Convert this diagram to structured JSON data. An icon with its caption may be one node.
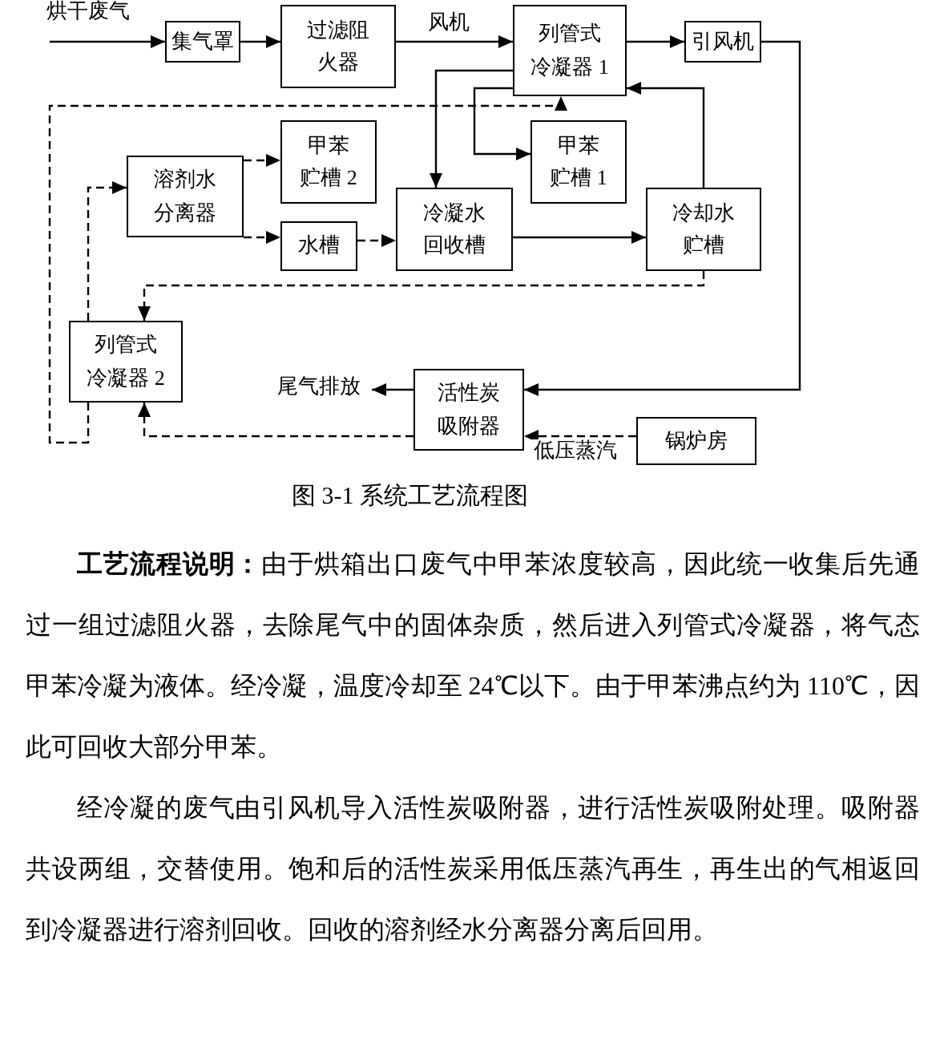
{
  "diagram": {
    "caption": "图 3-1 系统工艺流程图",
    "nodes": [
      {
        "text": [
          "集气罩"
        ]
      },
      {
        "text": [
          "过滤阻火器"
        ]
      },
      {
        "text": [
          "列管式冷凝器 1"
        ]
      },
      {
        "text": [
          "引风机"
        ]
      },
      {
        "text": [
          "甲苯贮槽 1"
        ]
      },
      {
        "text": [
          "溶剂水分离器"
        ]
      },
      {
        "text": [
          "甲苯贮槽 2"
        ]
      },
      {
        "text": [
          "水槽"
        ]
      },
      {
        "text": [
          "冷凝水回收槽"
        ]
      },
      {
        "text": [
          "冷却水贮槽"
        ]
      },
      {
        "text": [
          "列管式冷凝器 2"
        ]
      },
      {
        "text": [
          "活性炭吸附器"
        ]
      },
      {
        "text": [
          "锅炉房"
        ]
      }
    ],
    "edges": [
      {
        "from": null,
        "to": 0,
        "arrow": "to",
        "label": "烘干废气"
      },
      {
        "from": 0,
        "to": 1,
        "arrow": "to"
      },
      {
        "from": 1,
        "to": 2,
        "arrow": "to",
        "label": "风机"
      },
      {
        "from": 2,
        "to": 3,
        "arrow": "to"
      },
      {
        "from": 3,
        "to": 11,
        "arrow": "to"
      },
      {
        "from": 2,
        "to": 8,
        "arrow": "to"
      },
      {
        "from": 2,
        "to": 4,
        "arrow": "to"
      },
      {
        "from": 9,
        "to": 2,
        "arrow": "to"
      },
      {
        "from": 8,
        "to": 9,
        "arrow": "to"
      },
      {
        "from": 5,
        "to": 6,
        "arrow": "to",
        "style": "dashed"
      },
      {
        "from": 5,
        "to": 7,
        "arrow": "to",
        "style": "dashed"
      },
      {
        "from": 7,
        "to": 8,
        "arrow": "to",
        "style": "dashed"
      },
      {
        "from": 9,
        "to": 10,
        "arrow": "to",
        "style": "dashed"
      },
      {
        "from": 10,
        "to": 5,
        "arrow": "to",
        "style": "dashed"
      },
      {
        "from": 10,
        "to": 2,
        "arrow": "to",
        "style": "dashed"
      },
      {
        "from": 11,
        "to": null,
        "arrow": "to",
        "label": "尾气排放"
      },
      {
        "from": 11,
        "to": 10,
        "arrow": "to",
        "style": "dashed"
      },
      {
        "from": 12,
        "to": 11,
        "arrow": "to",
        "style": "dashed",
        "label": "低压蒸汽"
      }
    ],
    "labels": [
      "**工艺流程说明：**由于烘箱出口废气中甲苯浓度较高，因此统一收集后先通过一组过滤阻火器，去除尾气中的固体杂质，然后进入列管式冷凝器，将气态甲苯冷凝为液体。经冷凝，温度冷却至 24℃以下。由于甲苯沸点约为 110℃，因此可回收大部分甲苯。",
      "经冷凝的废气由引风机导入活性炭吸附器，进行活性炭吸附处理。吸附器共设两组，交替使用。饱和后的活性炭采用低压蒸汽再生，再生出的气相返回到冷凝器进行溶剂回收。回收的溶剂经水分离器分离后回用。"
    ]
  }
}
